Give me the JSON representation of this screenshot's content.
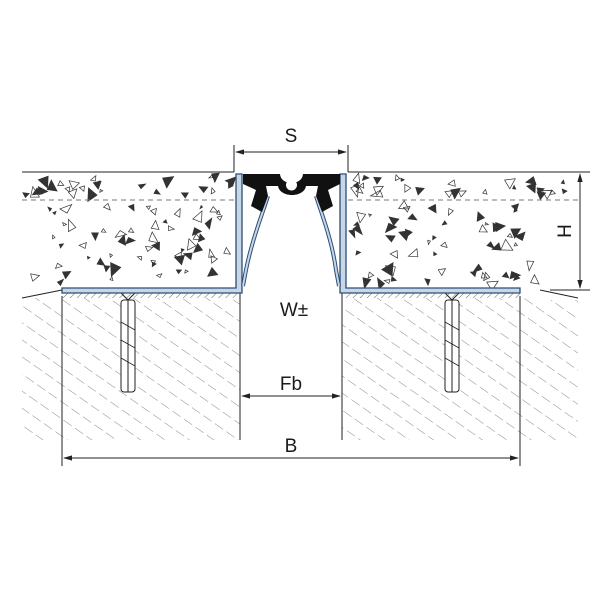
{
  "labels": {
    "s": "S",
    "h": "H",
    "w": "W±",
    "fb": "Fb",
    "b": "B"
  },
  "colors": {
    "line": "#222222",
    "metal_fill": "#c9d6e3",
    "metal_edge": "#2a4d7a",
    "rubber": "#111111",
    "concrete_fill": "#ffffff",
    "hatch": "#555555"
  }
}
